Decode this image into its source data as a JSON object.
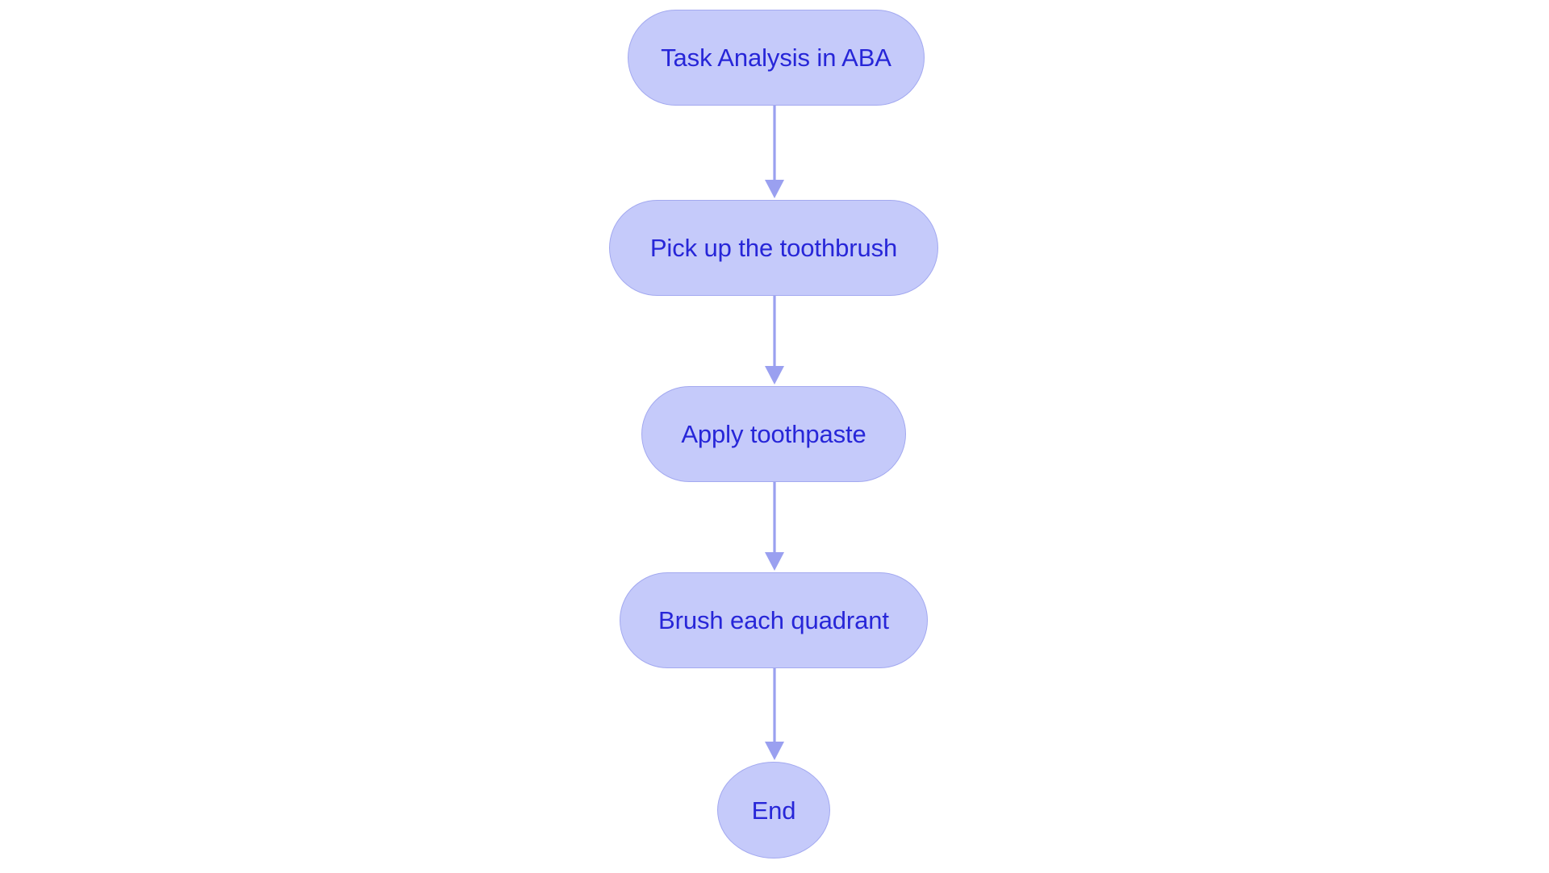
{
  "diagram": {
    "type": "flowchart",
    "orientation": "top-to-bottom",
    "background_color": "#ffffff",
    "node_fill_color": "#c5cafa",
    "node_border_color": "#a3a9f0",
    "node_text_color": "#2726d8",
    "connector_color": "#9aa0f0",
    "nodes": [
      {
        "id": "start",
        "label": "Task Analysis in ABA",
        "shape": "stadium"
      },
      {
        "id": "step-1",
        "label": "Pick up the toothbrush",
        "shape": "stadium"
      },
      {
        "id": "step-2",
        "label": "Apply toothpaste",
        "shape": "stadium"
      },
      {
        "id": "step-3",
        "label": "Brush each quadrant",
        "shape": "stadium"
      },
      {
        "id": "end",
        "label": "End",
        "shape": "circle"
      }
    ],
    "edges": [
      {
        "id": "edge-1",
        "from": "start",
        "to": "step-1",
        "label": ""
      },
      {
        "id": "edge-2",
        "from": "step-1",
        "to": "step-2",
        "label": ""
      },
      {
        "id": "edge-3",
        "from": "step-2",
        "to": "step-3",
        "label": ""
      },
      {
        "id": "edge-4",
        "from": "step-3",
        "to": "end",
        "label": ""
      }
    ]
  }
}
